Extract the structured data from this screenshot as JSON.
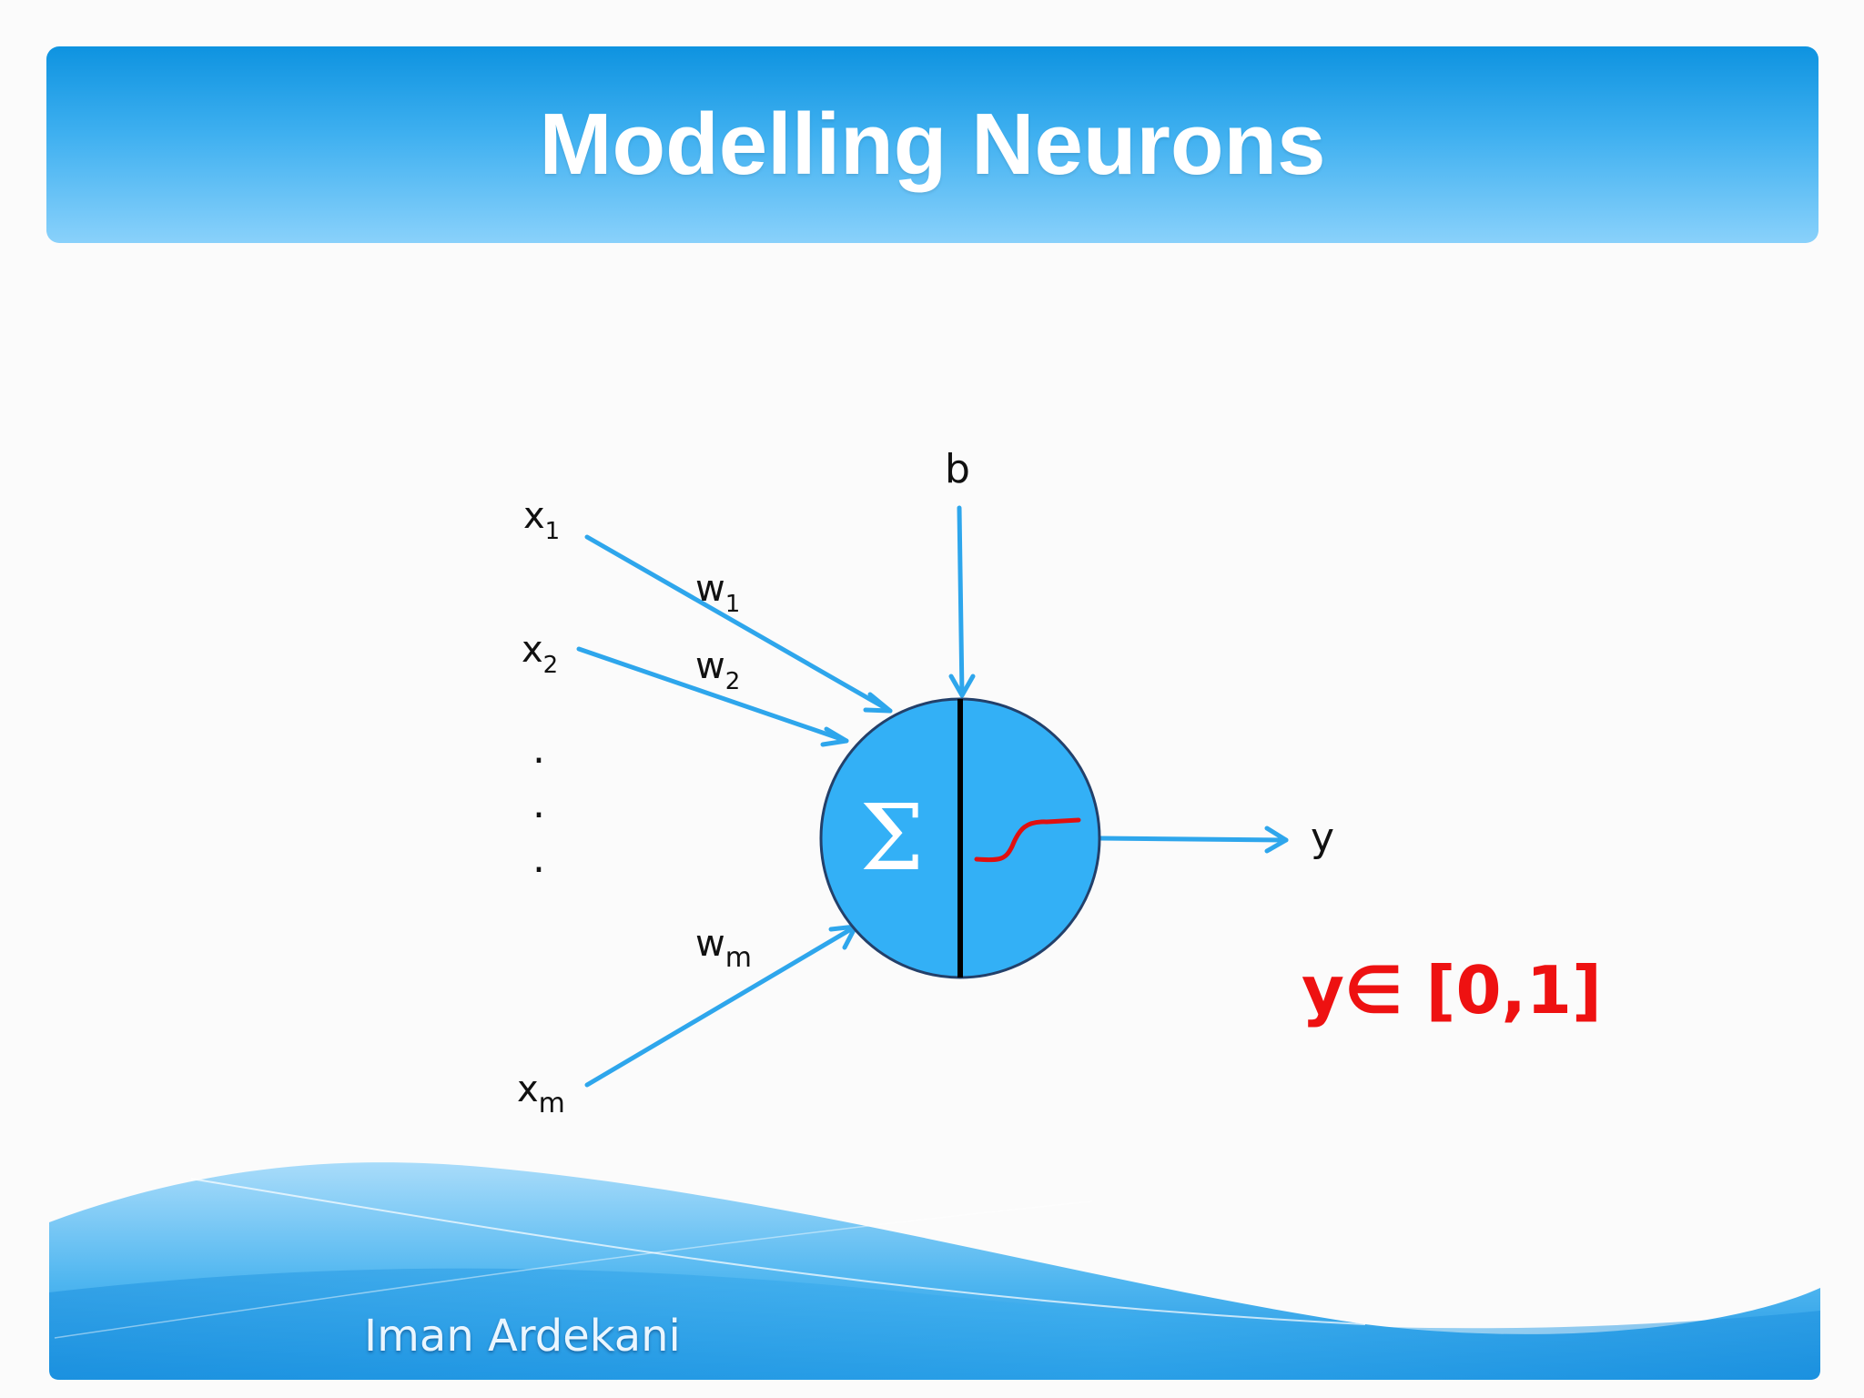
{
  "slide": {
    "title": "Modelling Neurons",
    "author": "Iman Ardekani"
  },
  "colors": {
    "title_bar": "#1aa0e8",
    "arrow": "#2ea6ec",
    "neuron_fill": "#33b0f6",
    "activation_curve": "#e01010",
    "range_text": "#ee1111"
  },
  "diagram": {
    "bias_label": "b",
    "inputs": [
      {
        "var": "x",
        "sub": "1"
      },
      {
        "var": "x",
        "sub": "2"
      },
      {
        "var": "x",
        "sub": "m"
      }
    ],
    "weights": [
      {
        "var": "w",
        "sub": "1"
      },
      {
        "var": "w",
        "sub": "2"
      },
      {
        "var": "w",
        "sub": "m"
      }
    ],
    "ellipsis_dots": [
      ".",
      ".",
      "."
    ],
    "sum_symbol": "Σ",
    "output_label": "y",
    "output_range": "y∈ [0,1]"
  }
}
